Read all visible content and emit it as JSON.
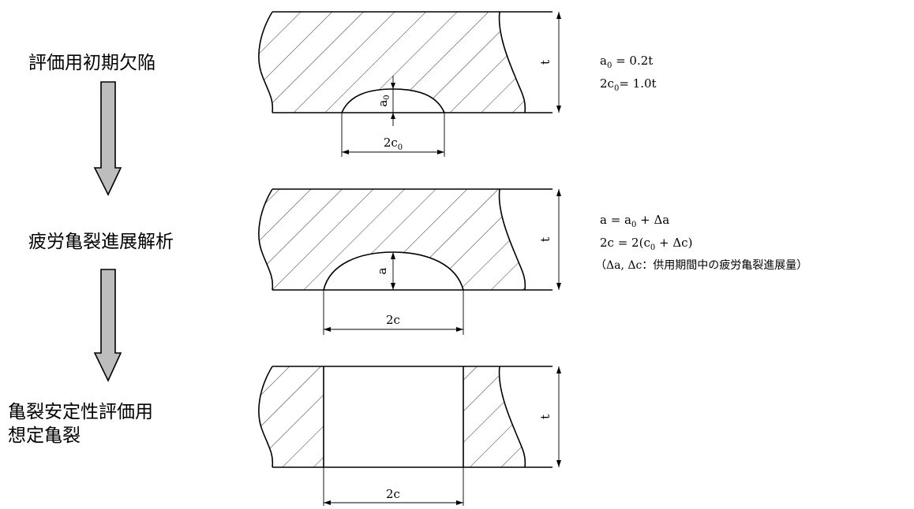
{
  "steps": [
    {
      "label": "評価用初期欠陥"
    },
    {
      "label": "疲労亀裂進展解析"
    },
    {
      "label": "亀裂安定性評価用\n想定亀裂"
    }
  ],
  "panels": [
    {
      "thickness_label": "t",
      "depth_label": "a",
      "depth_sub": "0",
      "width_label": "2c",
      "width_sub": "0",
      "formula_lines": [
        {
          "parts": [
            {
              "t": "a"
            },
            {
              "t": "0",
              "sub": true
            },
            {
              "t": " = 0.2t"
            }
          ]
        },
        {
          "parts": [
            {
              "t": "2c"
            },
            {
              "t": "0",
              "sub": true
            },
            {
              "t": "= 1.0t"
            }
          ]
        }
      ]
    },
    {
      "thickness_label": "t",
      "depth_label": "a",
      "width_label": "2c",
      "formula_lines": [
        {
          "parts": [
            {
              "t": "a = a"
            },
            {
              "t": "0",
              "sub": true
            },
            {
              "t": " + Δa"
            }
          ]
        },
        {
          "parts": [
            {
              "t": "2c = 2(c"
            },
            {
              "t": "0",
              "sub": true
            },
            {
              "t": " + Δc)"
            }
          ]
        },
        {
          "note": true,
          "parts": [
            {
              "t": "（Δa, Δc：供用期間中の疲労亀裂進展量）"
            }
          ]
        }
      ]
    },
    {
      "thickness_label": "t",
      "width_label": "2c",
      "formula_lines": []
    }
  ]
}
